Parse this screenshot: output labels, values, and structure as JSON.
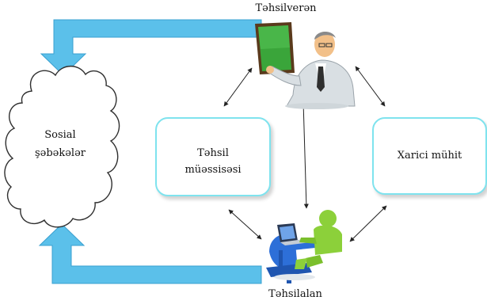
{
  "diagram": {
    "cloud": {
      "line1": "Sosial",
      "line2": "şəbəkələr"
    },
    "teacher": {
      "label": "Təhsilverən"
    },
    "student": {
      "label": "Təhsilalan"
    },
    "institution": {
      "line1": "Təhsil",
      "line2": "müəssisəsi"
    },
    "environment": {
      "label": "Xarici mühit"
    }
  },
  "colors": {
    "arrow_fill": "#5bc0ea",
    "box_border": "#7fe3ee",
    "cloud_stroke": "#2f2f2f",
    "connector": "#222222"
  },
  "icons": [
    "teacher-at-chalkboard-icon",
    "student-at-laptop-icon"
  ]
}
